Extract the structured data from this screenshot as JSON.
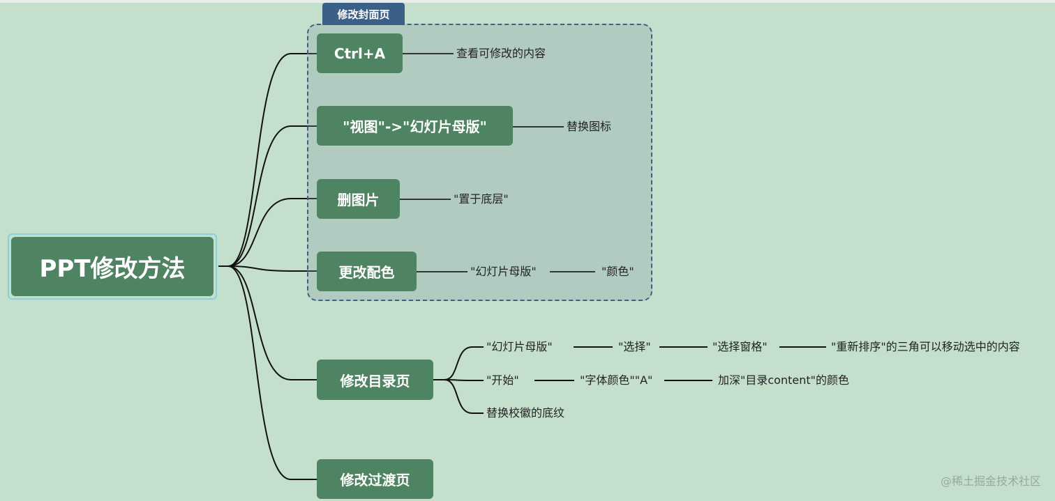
{
  "root": {
    "label": "PPT修改方法"
  },
  "group_label": "修改封面页",
  "branches": [
    {
      "id": "ctrl-a",
      "label": "Ctrl+A",
      "leaves": [
        "查看可修改的内容"
      ]
    },
    {
      "id": "view-master",
      "label": "\"视图\"->\"幻灯片母版\"",
      "leaves": [
        "替换图标"
      ]
    },
    {
      "id": "delete-image",
      "label": "删图片",
      "leaves": [
        "\"置于底层\""
      ]
    },
    {
      "id": "change-color",
      "label": "更改配色",
      "leaves": [
        "\"幻灯片母版\"",
        "\"颜色\""
      ]
    },
    {
      "id": "toc-page",
      "label": "修改目录页",
      "rows": [
        [
          "\"幻灯片母版\"",
          "\"选择\"",
          "\"选择窗格\"",
          "\"重新排序\"的三角可以移动选中的内容"
        ],
        [
          "\"开始\"",
          "\"字体颜色\"\"A\"",
          "加深\"目录content\"的颜色"
        ],
        [
          "替换校徽的底纹"
        ]
      ]
    },
    {
      "id": "transition-page",
      "label": "修改过渡页"
    }
  ],
  "watermark": "@稀土掘金技术社区",
  "colors": {
    "background": "#c4e0cd",
    "node": "#4f8462",
    "group_border": "#3f5f82",
    "group_tag": "#3a6088",
    "root_border": "#86d1dc",
    "connector": "#111111"
  }
}
